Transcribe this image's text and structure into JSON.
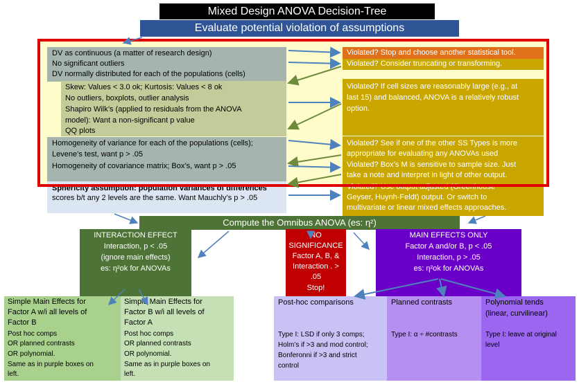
{
  "title": "Mixed Design ANOVA Decision-Tree",
  "assumptions_header": "Evaluate potential violation of assumptions",
  "assumptions": {
    "dv_block": [
      "DV as continuous (a matter of research design)",
      "No significant outliers",
      "DV normally distributed for each of the populations (cells)"
    ],
    "normality_block": [
      "Skew:  Values < 3.0 ok; Kurtosis: Values < 8 ok",
      "No outliers, boxplots, outlier analysis",
      "Shapiro Wilk’s (applied to residuals from the ANOVA",
      "model):  Want a non-significant p value",
      "QQ plots"
    ],
    "variance_block": [
      "Homogeneity of variance for each of the populations (cells);",
      "Levene’s test, want p > .05",
      "Homogeneity of covariance matrix; Box’s, want p > .05"
    ],
    "sphericity_block": [
      "Sphericity assumption:  population variances of differences",
      "scores b/t any 2 levels are the same.  Want Mauchly’s p > .05"
    ]
  },
  "violations": {
    "stop": "Violated?  Stop and choose another statistical tool.",
    "truncate": "Violated?  Consider truncating or transforming.",
    "normality": [
      "Violated?  If cell sizes are reasonably large (e.g., at",
      "last 15) and balanced,  ANOVA is a relatively robust",
      "option."
    ],
    "variance": [
      "Violated?  See if one of the other SS Types is more",
      "appropriate for evaluating any ANOVAs used",
      "Violated?  Box’s M is sensitive to sample size.  Just",
      "take a note and interpret in light of other output."
    ],
    "sphericity": [
      "Violated?  Use output adjusted (Greenhouse",
      "Geyser, Huynh-Feldt) output.  Or switch to",
      "multivariate or linear mixed effects approaches."
    ]
  },
  "omnibus": "Compute the Omnibus ANOVA  (es: η²)",
  "interaction": [
    "INTERACTION EFFECT",
    "Interaction, p < .05",
    "(ignore main effects)",
    "es:  η²ok for ANOVAs"
  ],
  "no_sig": [
    "NO",
    "SIGNIFICANCE",
    "Factor A, B, &",
    "Interaction . >",
    ".05",
    "Stop!"
  ],
  "main_effects": [
    "MAIN EFFECTS ONLY",
    "Factor A and/or B, p < .05",
    "Interaction, p > .05",
    "es:  η²ok for ANOVAs"
  ],
  "sme_a": [
    "Simple Main Effects for",
    "Factor A w/i all levels of",
    "Factor B",
    "Post hoc comps",
    "OR planned contrasts",
    "OR polynomial.",
    "Same as in purple boxes on",
    "left."
  ],
  "sme_b": [
    "Simple Main Effects for",
    "Factor B w/i all levels of",
    "Factor A",
    "Post hoc comps",
    "OR planned contrasts",
    "OR polynomial.",
    "Same as in purple boxes on",
    "left."
  ],
  "posthoc": {
    "title": "Post-hoc comparisons",
    "body": [
      "Type I:  LSD if only 3 comps;",
      "Holm’s if >3 and mod control;",
      "Bonferonni if >3 and strict",
      "control"
    ]
  },
  "planned": {
    "title": "Planned contrasts",
    "body": [
      "Type I:  α ÷ #contrasts"
    ]
  },
  "polynomial": {
    "title": [
      "Polynomial tends",
      "(linear, curvilinear)"
    ],
    "body": [
      "Type I:  leave at original",
      "level"
    ]
  },
  "colors": {
    "title_bg": "#000000",
    "header_bg": "#2f5597",
    "teal_gray": "#a5b5ae",
    "sage": "#c4cb9a",
    "cream": "#fffccb",
    "orange": "#e0701a",
    "gold": "#c9a700",
    "dark_green": "#4d7436",
    "crimson": "#c00000",
    "violet": "#6a00c8",
    "light_green": "#a9d18e",
    "pale_green": "#c5e0b4",
    "lavender": "#c9c2f5",
    "mid_purple": "#b690f0",
    "purple": "#9b66f0",
    "red_outline": "#e00000",
    "arrow_blue": "#4f81bd",
    "arrow_green": "#6e8b3d",
    "light_blue": "#dce6f2"
  }
}
